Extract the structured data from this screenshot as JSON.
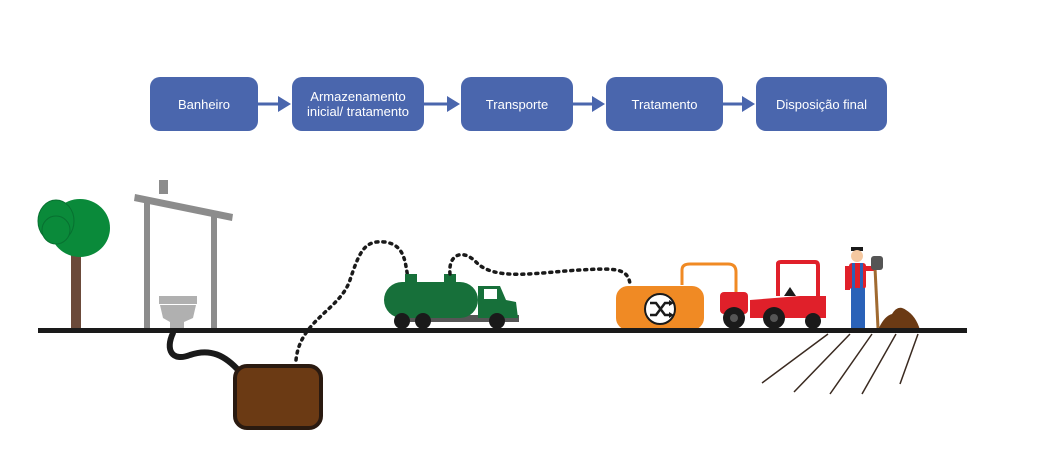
{
  "flow": {
    "steps": [
      {
        "label": "Banheiro"
      },
      {
        "label": "Armazenamento inicial/ tratamento"
      },
      {
        "label": "Transporte"
      },
      {
        "label": "Tratamento"
      },
      {
        "label": "Disposição final"
      }
    ]
  },
  "colors": {
    "step_box": "#4a66ad",
    "arrow": "#4a66ad",
    "ground": "#1a1a1a",
    "tree_leaves": "#0a8a3a",
    "tree_trunk": "#6b4a3a",
    "toilet_shelter": "#8c8c8c",
    "pit": "#6b3a14",
    "truck": "#17703a",
    "treatment_tank": "#f08a24",
    "tractor": "#e0202a",
    "farmer_shirt": "#e0202a",
    "farmer_pants": "#2a62b8",
    "compost": "#6b3a14"
  },
  "icons": [
    "tree-icon",
    "toilet-shelter-icon",
    "storage-pit-icon",
    "tanker-truck-icon",
    "treatment-tank-icon",
    "tractor-icon",
    "farmer-icon",
    "compost-pile-icon"
  ]
}
